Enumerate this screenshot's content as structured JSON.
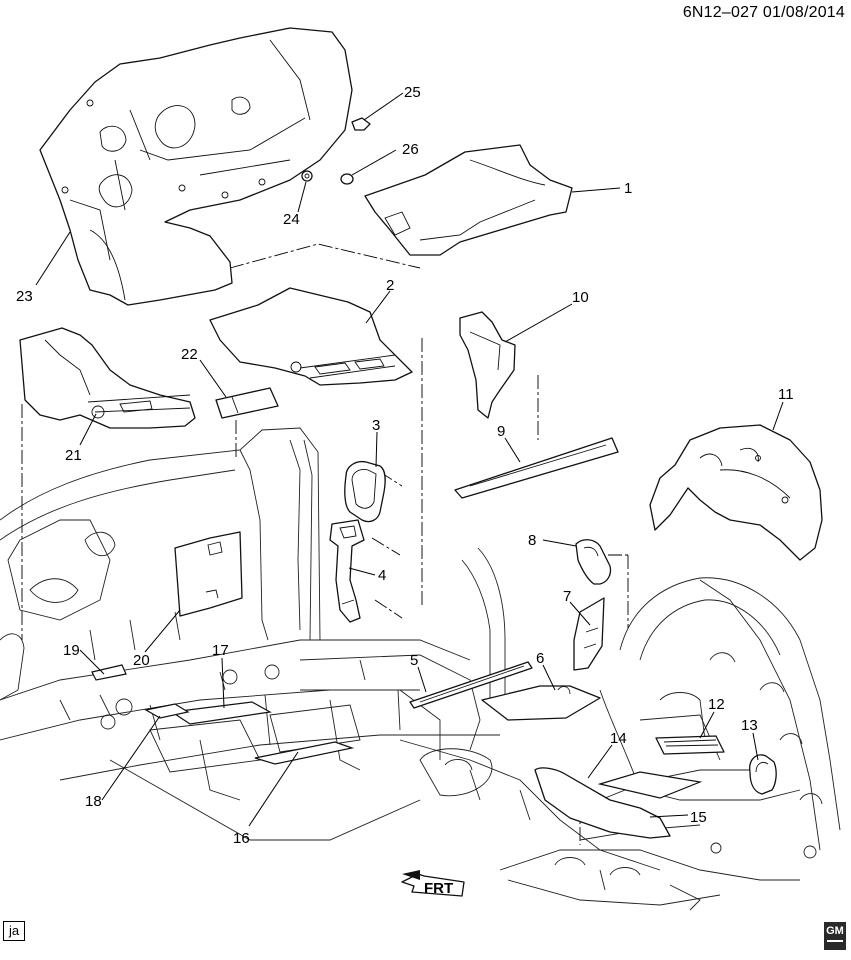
{
  "header": {
    "diagram_id": "6N12–027 01/08/2014"
  },
  "corner_tag": "ja",
  "logo": {
    "text": "GM"
  },
  "callouts": [
    "1",
    "2",
    "3",
    "4",
    "5",
    "6",
    "7",
    "8",
    "9",
    "10",
    "11",
    "12",
    "13",
    "14",
    "15",
    "16",
    "17",
    "18",
    "19",
    "20",
    "21",
    "22",
    "23",
    "24",
    "25",
    "26"
  ],
  "front_arrow": {
    "label": "FRT"
  }
}
